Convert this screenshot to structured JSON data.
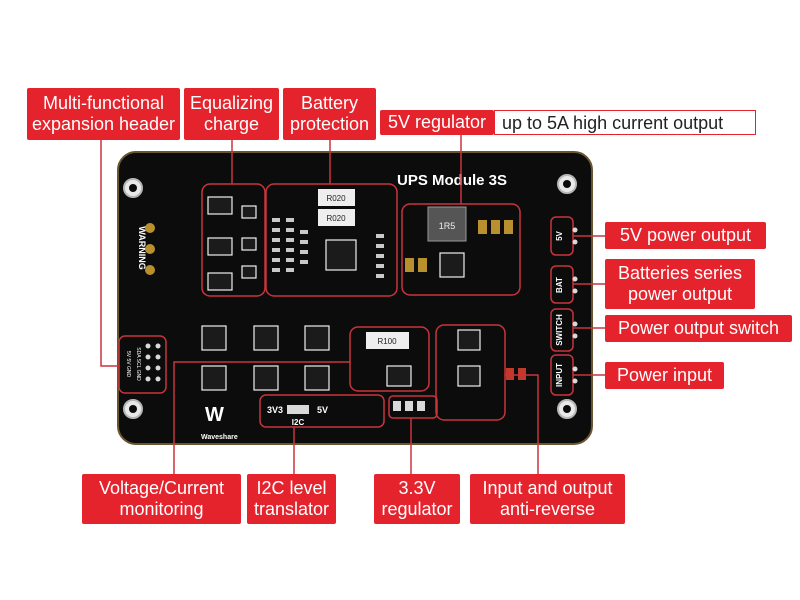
{
  "board": {
    "title": "UPS Module 3S",
    "brand": "Waveshare"
  },
  "labels": {
    "expansion_header": [
      "Multi-functional",
      "expansion header"
    ],
    "equalizing_charge": [
      "Equalizing",
      "charge"
    ],
    "battery_protection": [
      "Battery",
      "protection"
    ],
    "regulator_5v": "5V regulator",
    "regulator_5v_note": "up to 5A high current output",
    "power_output_5v": "5V power output",
    "batteries_series": [
      "Batteries series",
      "power output"
    ],
    "power_output_switch": "Power output switch",
    "power_input": "Power input",
    "voltage_current": [
      "Voltage/Current",
      "monitoring"
    ],
    "i2c_translator": [
      "I2C level",
      "translator"
    ],
    "regulator_3v3": [
      "3.3V",
      "regulator"
    ],
    "anti_reverse": [
      "Input and output",
      "anti-reverse"
    ]
  },
  "silkscreen": {
    "warning": "WARNING",
    "connector_5v": "5V",
    "connector_bat": "BAT",
    "connector_switch": "SWITCH",
    "connector_input": "INPUT",
    "jumper_3v3": "3V3",
    "jumper_5v": "5V",
    "jumper_i2c": "I2C",
    "resistor_r020_a": "R020",
    "resistor_r020_b": "R020",
    "resistor_r100": "R100",
    "inductor": "1R5",
    "header_pins_a": "5V 5V GND",
    "header_pins_b": "SDA SCL GND"
  },
  "colors": {
    "label_red": "#e5232d",
    "board": "#0c0c0d",
    "outline": "#c8343b"
  }
}
